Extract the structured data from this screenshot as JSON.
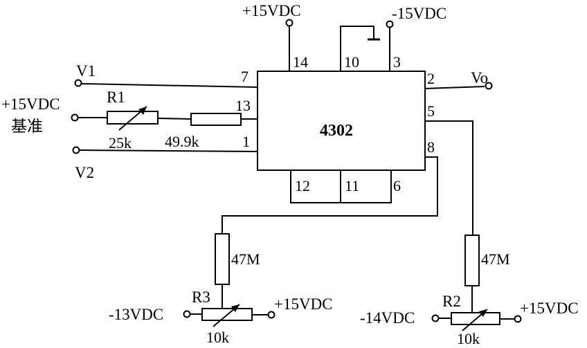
{
  "chip": {
    "name": "4302"
  },
  "pins": {
    "p14": "14",
    "p10": "10",
    "p3": "3",
    "p7": "7",
    "p13": "13",
    "p1": "1",
    "p2": "2",
    "p5": "5",
    "p8": "8",
    "p12": "12",
    "p11": "11",
    "p6": "6"
  },
  "supply": {
    "top_pos": "+15VDC",
    "top_neg": "-15VDC",
    "ref_voltage": "+15VDC",
    "ref_label": "基准"
  },
  "inputs": {
    "v1": "V1",
    "v2": "V2"
  },
  "output": {
    "vo": "Vo"
  },
  "resistors": {
    "r1_name": "R1",
    "r1_value": "25k",
    "fixed_value": "49.9k",
    "left_big": "47M",
    "right_big": "47M",
    "r3_name": "R3",
    "r3_value": "10k",
    "r2_name": "R2",
    "r2_value": "10k"
  },
  "trim": {
    "left_neg": "-13VDC",
    "left_pos": "+15VDC",
    "right_neg": "-14VDC",
    "right_pos": "+15VDC"
  }
}
